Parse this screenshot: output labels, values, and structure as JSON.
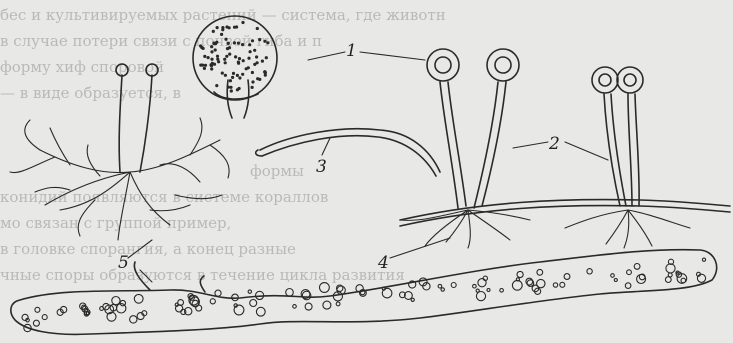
{
  "background_text": [
    "бес и культивируемых растений — система, где животн",
    "в случае потери связи с почвой гиба и п",
    "форму хиф                                     споровой",
    "— в виде                                               образуется, в",
    "формы",
    "конидий появляются в системе кораллов",
    "мо связан с группой пример,",
    "в головке спорангия, а конец разные",
    "чные споры образуются в течение цикла развития"
  ],
  "labels": {
    "l1": "1",
    "l2": "2",
    "l3": "3",
    "l4": "4",
    "l5": "5"
  }
}
